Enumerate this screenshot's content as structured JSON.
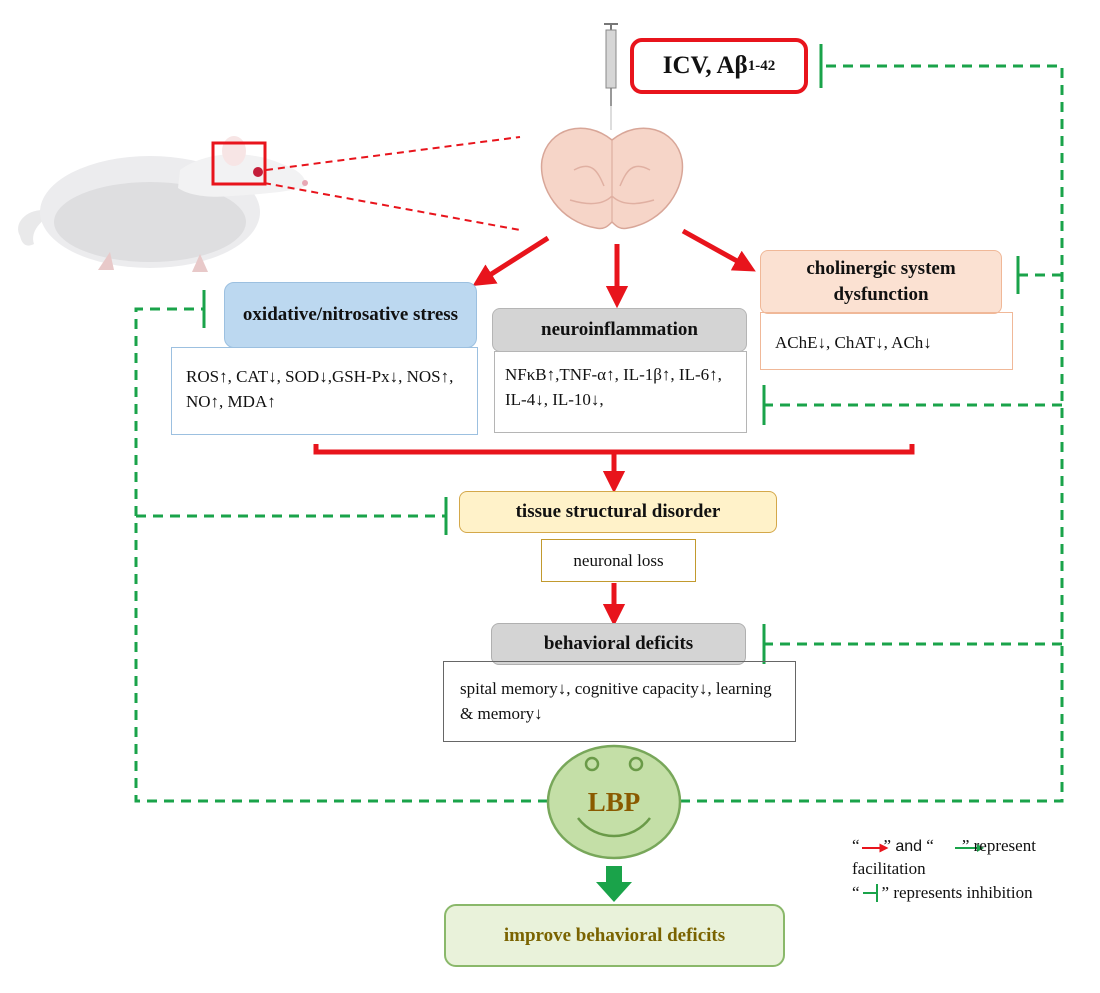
{
  "icv": {
    "label": "ICV, Aβ",
    "subscript": "1-42"
  },
  "oxidative": {
    "title": "oxidative/nitrosative stress",
    "details": "ROS↑, CAT↓, SOD↓,GSH-Px↓, NOS↑, NO↑, MDA↑"
  },
  "neuroinflammation": {
    "title": "neuroinflammation",
    "details": "NFκB↑,TNF-α↑, IL-1β↑, IL-6↑, IL-4↓, IL-10↓,"
  },
  "cholinergic": {
    "title": "cholinergic system dysfunction",
    "details": "AChE↓, ChAT↓, ACh↓"
  },
  "tissue": {
    "title": "tissue structural disorder",
    "details": "neuronal loss"
  },
  "behavioral": {
    "title": "behavioral deficits",
    "details": "spital memory↓, cognitive capacity↓, learning & memory↓"
  },
  "lbp": {
    "label": "LBP"
  },
  "improve": {
    "label": "improve behavioral deficits"
  },
  "legend": {
    "q_open": "“",
    "q_close": "”",
    "and": "and",
    "facilitation": "represent facilitation",
    "inhibition": "represents inhibition"
  },
  "colors": {
    "red": "#e8141c",
    "green": "#1aa34a",
    "blue_fill": "#bcd8f0",
    "gray_fill": "#d4d4d4",
    "orange_fill": "#fbe1d2",
    "yellow_fill": "#fff2c9",
    "lbp_fill": "#c4dfa7",
    "lbp_text": "#8a5a00",
    "improve_text": "#7a6300"
  }
}
